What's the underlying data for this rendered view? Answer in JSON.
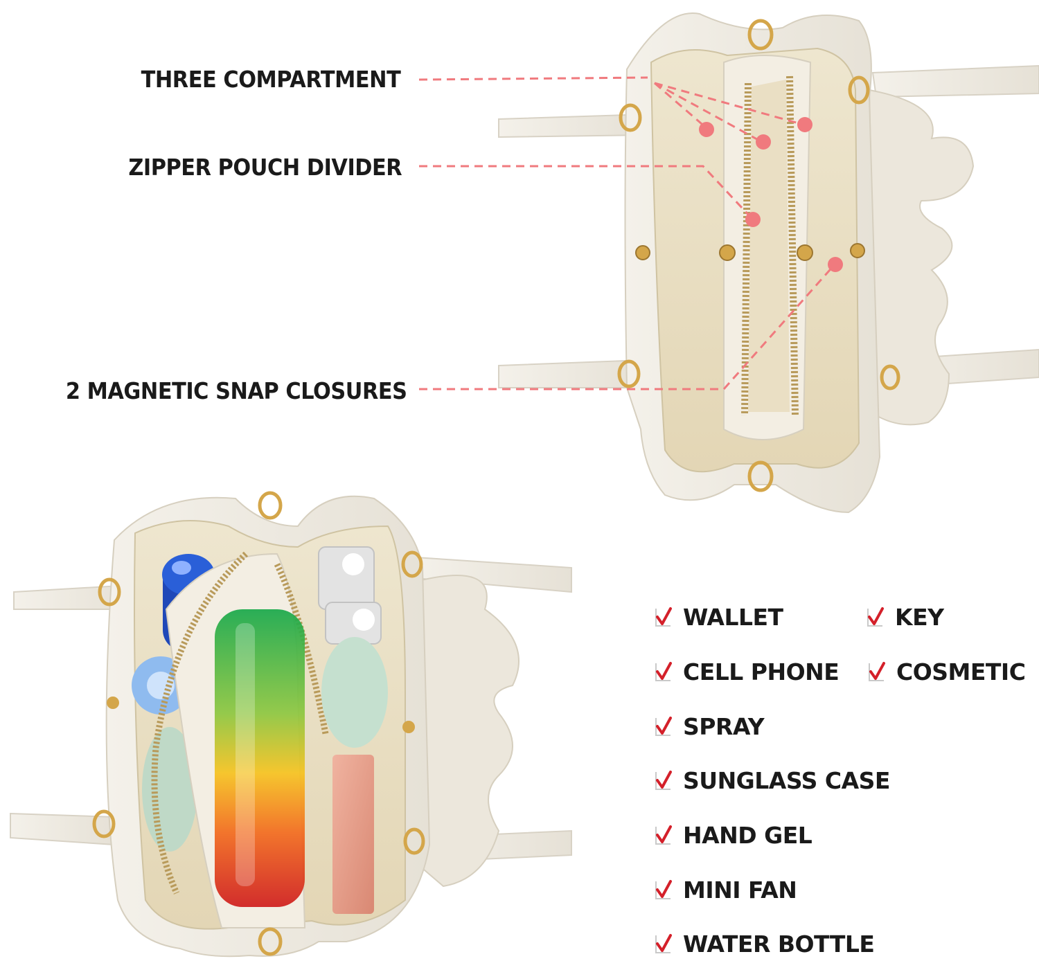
{
  "callouts": {
    "three_compartment": "THREE COMPARTMENT",
    "zipper_pouch_divider": "ZIPPER POUCH DIVIDER",
    "magnetic_snap_closures": "2 MAGNETIC SNAP CLOSURES"
  },
  "features": {
    "wallet": "WALLET",
    "key": "KEY",
    "cell_phone": "CELL PHONE",
    "cosmetic": "COSMETIC",
    "spray": "SPRAY",
    "sunglass_case": "SUNGLASS CASE",
    "hand_gel": "HAND GEL",
    "mini_fan": "MINI FAN",
    "water_bottle": "WATER BOTTLE"
  },
  "colors": {
    "callout_line": "#f07a7e",
    "check_mark": "#d4202a",
    "bag_leather": "#efeadf",
    "bag_lining": "#ece2c8",
    "hardware": "#d4a64a",
    "text": "#1a1a1a"
  },
  "icons": {
    "check": "check-icon"
  }
}
